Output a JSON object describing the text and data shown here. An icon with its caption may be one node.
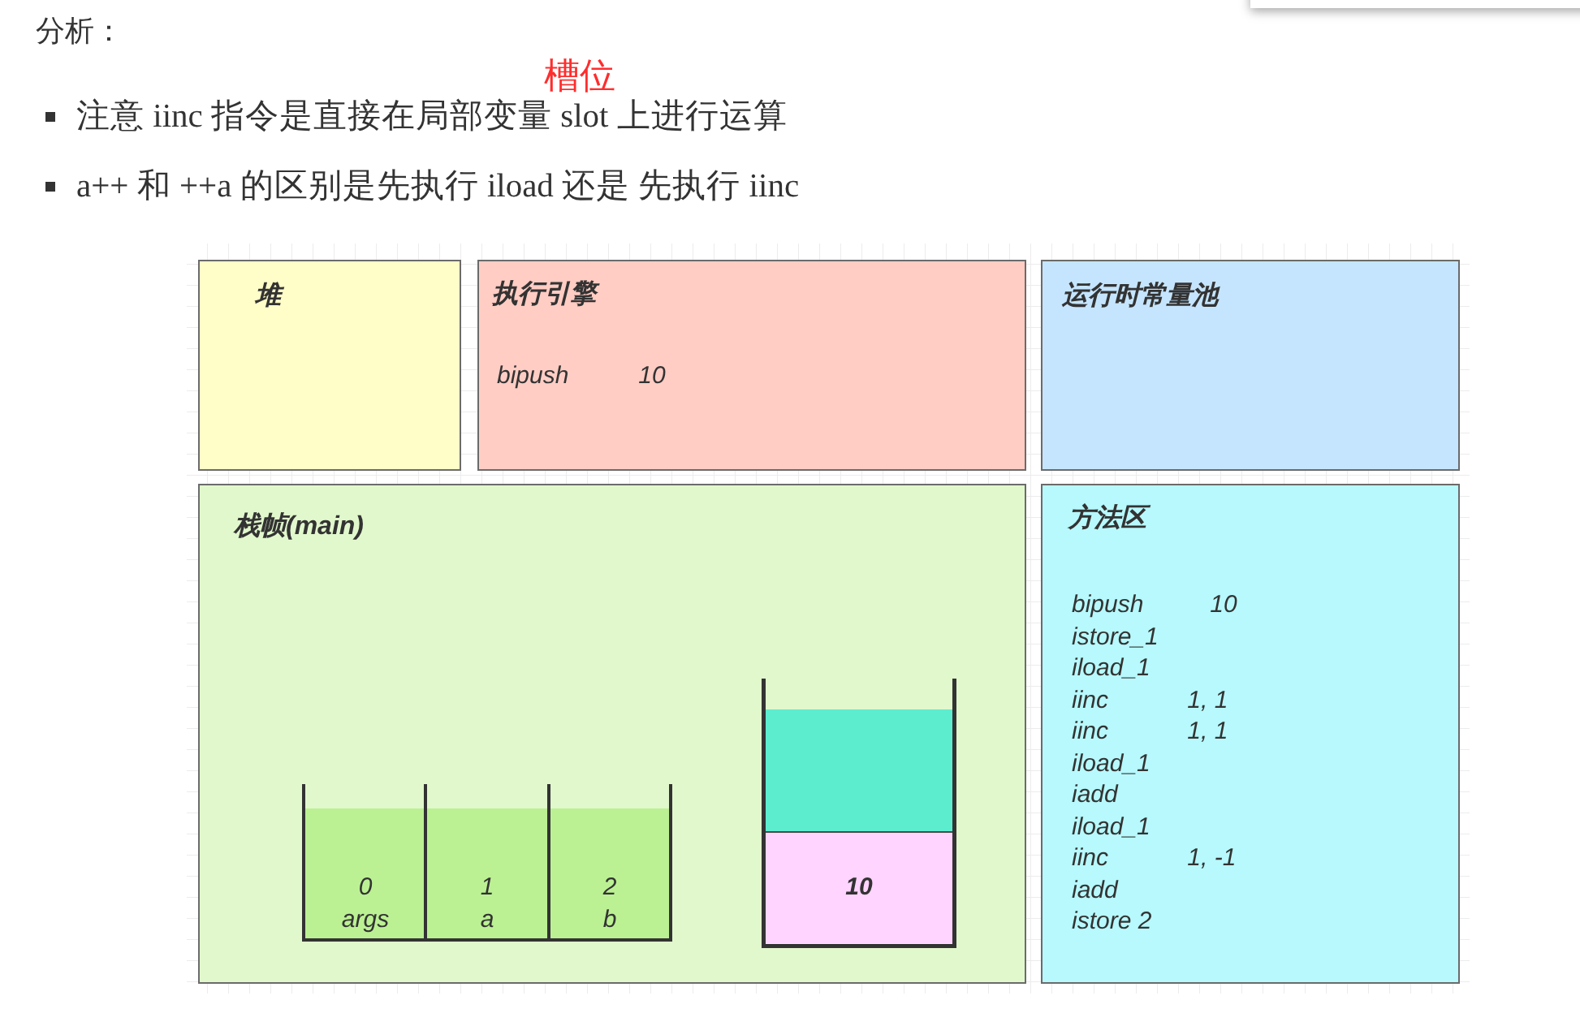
{
  "diagram": {
    "title": "分析：",
    "nodes": [
      {
        "text": [
          "堆"
        ]
      },
      {
        "text": [
          "执行引擎",
          "bipush 10"
        ]
      },
      {
        "text": [
          "运行时常量池"
        ]
      },
      {
        "text": [
          "栈帧(main)"
        ]
      },
      {
        "text": [
          "0",
          "args"
        ],
        "in": 3
      },
      {
        "text": [
          "1",
          "a"
        ],
        "in": 3
      },
      {
        "text": [
          "2",
          "b"
        ],
        "in": 3
      },
      {
        "text": [],
        "shape": "box",
        "in": 3
      },
      {
        "text": [
          "10"
        ],
        "in": 3
      },
      {
        "text": [
          "方法区",
          "bipush 10",
          "istore_1",
          "iload_1",
          "iinc 1, 1",
          "iinc 1, 1",
          "iload_1",
          "iadd",
          "iload_1",
          "iinc 1, -1",
          "iadd",
          "istore 2"
        ]
      }
    ],
    "labels": [
      "槽位",
      "注意 iinc 指令是直接在局部变量 slot 上进行运算",
      "a++ 和 ++a 的区别是先执行 iload 还是 先执行 iinc"
    ]
  }
}
